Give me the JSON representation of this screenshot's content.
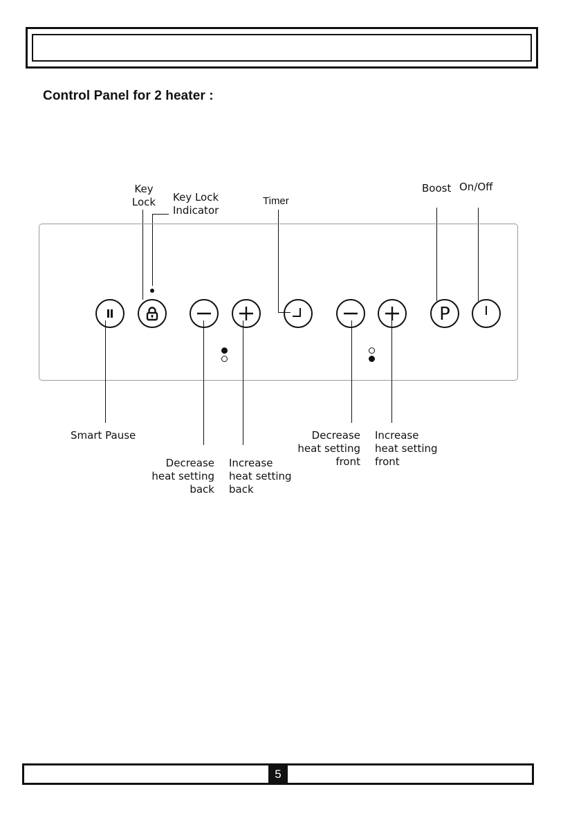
{
  "section_title": "Control Panel for 2 heater :",
  "labels": {
    "key_lock": "Key\nLock",
    "key_lock_indicator": "Key Lock\nIndicator",
    "timer": "Timer",
    "boost": "Boost",
    "on_off": "On/Off",
    "smart_pause": "Smart Pause",
    "decrease_back": "Decrease\nheat setting\nback",
    "increase_back": "Increase\nheat setting\nback",
    "decrease_front": "Decrease\nheat setting\nfront",
    "increase_front": "Increase\nheat setting\nfront"
  },
  "buttons": {
    "boost_letter": "P"
  },
  "icons": {
    "smart_pause": "pause-icon",
    "key_lock": "lock-icon",
    "minus": "minus-icon",
    "plus": "plus-icon",
    "timer": "clock-icon",
    "power": "power-icon"
  },
  "indicators": {
    "back": [
      "filled",
      "empty"
    ],
    "front": [
      "empty",
      "filled"
    ]
  },
  "footer": {
    "page_number": "5"
  }
}
